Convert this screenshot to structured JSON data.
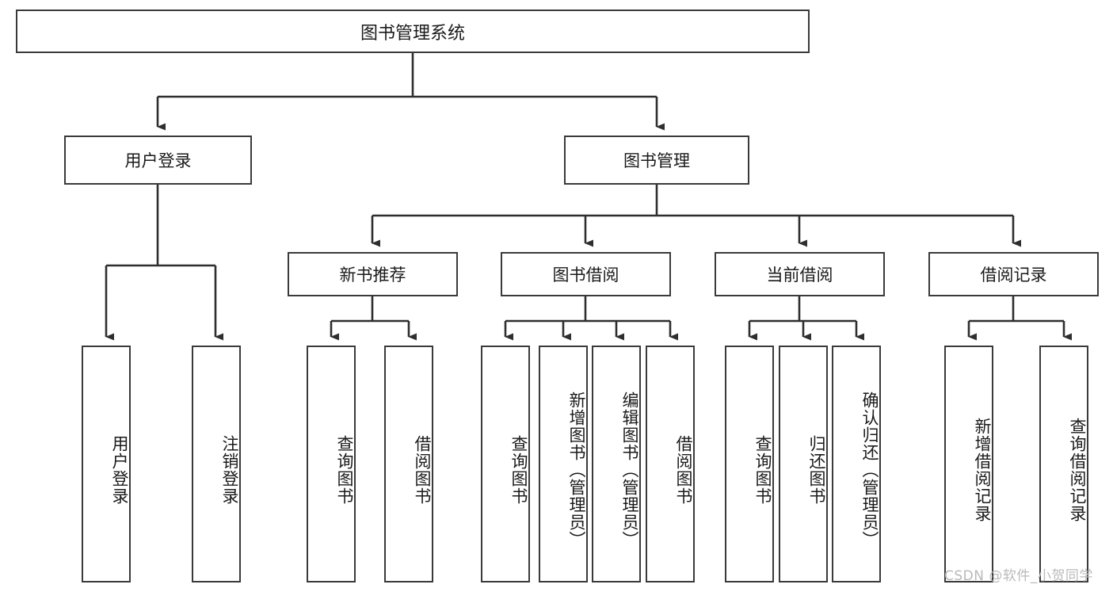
{
  "diagram": {
    "title": "图书管理系统",
    "type": "tree-hierarchy",
    "orientation": "top-down",
    "root": {
      "label": "图书管理系统"
    },
    "level1": [
      {
        "label": "用户登录"
      },
      {
        "label": "图书管理"
      }
    ],
    "level2": [
      {
        "label": "新书推荐"
      },
      {
        "label": "图书借阅"
      },
      {
        "label": "当前借阅"
      },
      {
        "label": "借阅记录"
      }
    ],
    "leaves": {
      "user_login": [
        {
          "label": "用户登录"
        },
        {
          "label": "注销登录"
        }
      ],
      "new_book_recommend": [
        {
          "label": "查询图书"
        },
        {
          "label": "借阅图书"
        }
      ],
      "book_borrow": [
        {
          "label": "查询图书"
        },
        {
          "label": "新增图书（管理员）"
        },
        {
          "label": "编辑图书（管理员）"
        },
        {
          "label": "借阅图书"
        }
      ],
      "current_borrow": [
        {
          "label": "查询图书"
        },
        {
          "label": "归还图书"
        },
        {
          "label": "确认归还（管理员）"
        }
      ],
      "borrow_record": [
        {
          "label": "新增借阅记录"
        },
        {
          "label": "查询借阅记录"
        }
      ]
    }
  },
  "watermark": {
    "text": "CSDN @软件_小贺同学"
  },
  "colors": {
    "border": "#3a3a3a",
    "background": "#ffffff",
    "text": "#1a1a1a",
    "watermark": "#b9b9b9"
  }
}
